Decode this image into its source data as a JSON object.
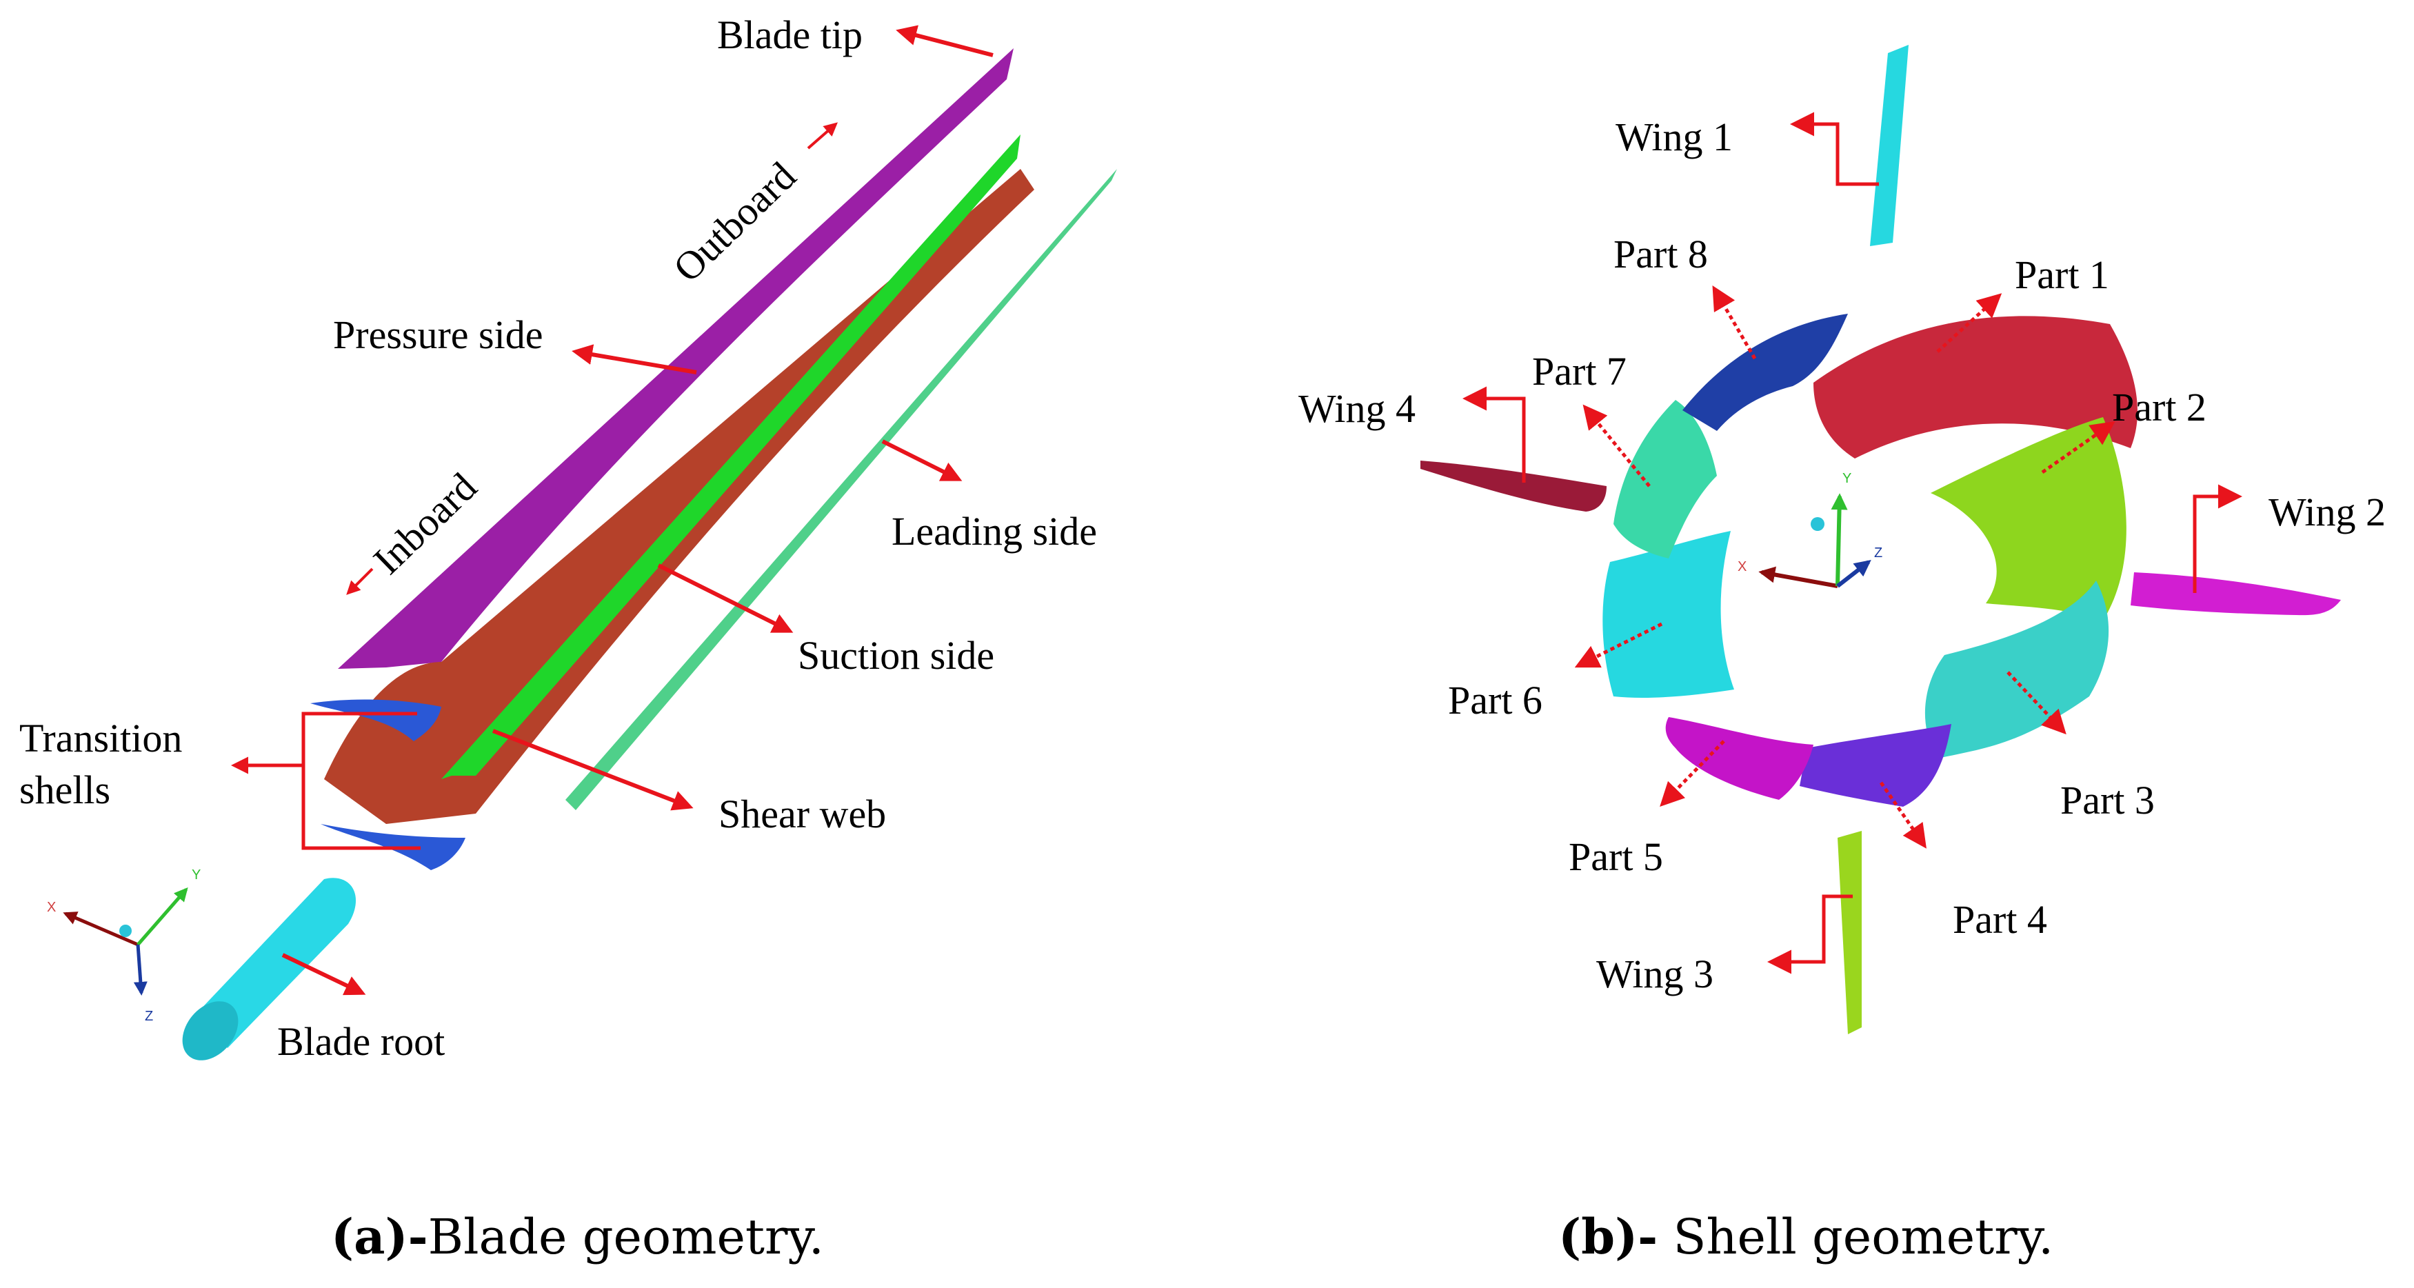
{
  "panel_a": {
    "labels": {
      "blade_tip": "Blade tip",
      "outboard": "Outboard",
      "pressure_side": "Pressure side",
      "inboard": "Inboard",
      "leading_side": "Leading side",
      "suction_side": "Suction side",
      "transition_shells_1": "Transition",
      "transition_shells_2": "shells",
      "shear_web": "Shear web",
      "blade_root": "Blade root"
    },
    "axes": {
      "x": "X",
      "y": "Y",
      "z": "Z"
    },
    "caption_bold": "(a)-",
    "caption_text": "Blade geometry."
  },
  "panel_b": {
    "labels": {
      "wing1": "Wing 1",
      "wing2": "Wing 2",
      "wing3": "Wing 3",
      "wing4": "Wing 4",
      "part1": "Part 1",
      "part2": "Part 2",
      "part3": "Part 3",
      "part4": "Part 4",
      "part5": "Part 5",
      "part6": "Part 6",
      "part7": "Part 7",
      "part8": "Part 8"
    },
    "axes": {
      "x": "X",
      "y": "Y",
      "z": "Z"
    },
    "caption_bold": "(b)-",
    "caption_text": " Shell geometry."
  },
  "colors": {
    "arrow": "#e8141c",
    "pressure": "#9b1fa6",
    "suction": "#b5412a",
    "shear_web": "#1fd62a",
    "leading": "#4fd08a",
    "root": "#29d8e6",
    "transition": "#2a58d6",
    "part1": "#c8283c",
    "part2": "#8ed61e",
    "part3": "#3ad0c8",
    "part4": "#6a2fd8",
    "part5": "#c414c8",
    "part6": "#26d8e0",
    "part7": "#3ad8a8",
    "part8": "#1f3fa6",
    "wing1": "#26d8e0",
    "wing2": "#d21ed2",
    "wing3": "#9ad61e",
    "wing4": "#9a1a38"
  }
}
